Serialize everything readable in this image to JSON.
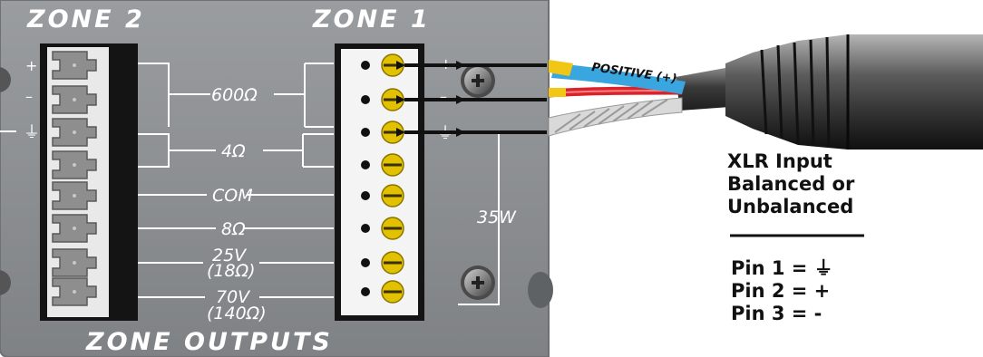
{
  "panel": {
    "zone2_title": "ZONE 2",
    "zone1_title": "ZONE 1",
    "footer_title": "ZONE OUTPUTS",
    "colors": {
      "panel": "#8c8f92",
      "panel_edge": "#6e7174",
      "terminal_black": "#141414",
      "brass": "#e2c200"
    }
  },
  "zone2_marks": {
    "plus": "+",
    "minus": "–",
    "ground": "⏚"
  },
  "zone1_marks": {
    "plus": "+",
    "minus": "–",
    "ground": "⏚"
  },
  "taps": {
    "ohm600": "600Ω",
    "ohm4": "4Ω",
    "com": "COM",
    "ohm8": "8Ω",
    "v25": "25V",
    "v25_sub": "(18Ω)",
    "v70": "70V",
    "v70_sub": "(140Ω)"
  },
  "power_label": "35W",
  "cable": {
    "positive_label": "POSITIVE (+)",
    "colors": {
      "blue": "#3aa6e0",
      "red": "#d8232a",
      "yellow": "#f2c614",
      "jacket": "#4a4a4a"
    }
  },
  "xlr": {
    "line1": "XLR Input",
    "line2": "Balanced or",
    "line3": "Unbalanced",
    "pin1": "Pin 1 = ⏚",
    "pin2": "Pin 2 = +",
    "pin3": "Pin 3 = -"
  }
}
